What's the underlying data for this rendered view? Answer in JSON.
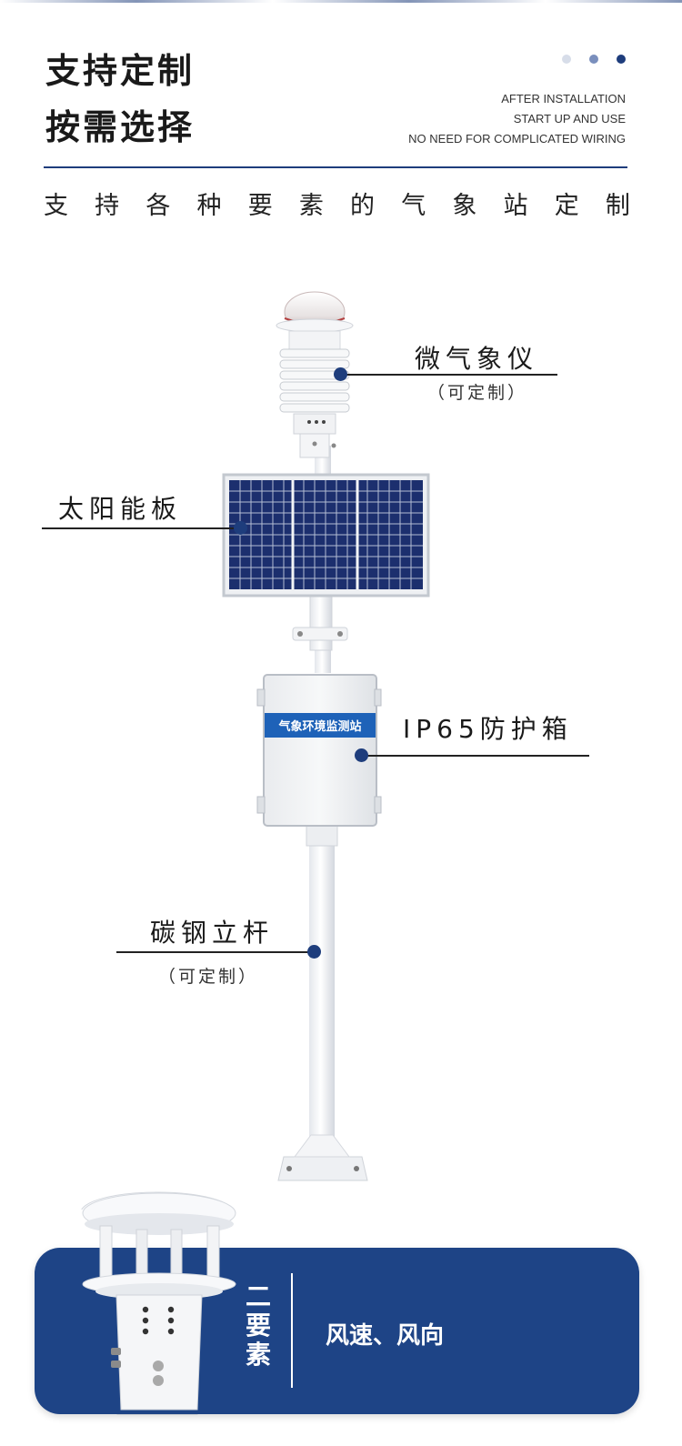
{
  "header": {
    "title_line1": "支持定制",
    "title_line2": "按需选择",
    "slider_dots": [
      "#d7dde9",
      "#7a8fbd",
      "#1e3d7c"
    ],
    "info_lines": [
      "AFTER INSTALLATION",
      "START UP AND USE",
      "NO NEED FOR COMPLICATED WIRING"
    ],
    "subtitle_chars": [
      "支",
      "持",
      "各",
      "种",
      "要",
      "素",
      "的",
      "气",
      "象",
      "站",
      "定",
      "制"
    ]
  },
  "callouts": {
    "micro_weather": {
      "label": "微气象仪",
      "note": "（可定制）"
    },
    "solar_panel": {
      "label": "太阳能板"
    },
    "protection_box": {
      "label": "IP65防护箱",
      "box_caption": "气象环境监测站"
    },
    "steel_pole": {
      "label": "碳钢立杆",
      "note": "（可定制）"
    }
  },
  "banner": {
    "title": "二要素",
    "text": "风速、风向"
  },
  "colors": {
    "accent": "#1e3d7c",
    "banner_bg": "#1e4486"
  }
}
